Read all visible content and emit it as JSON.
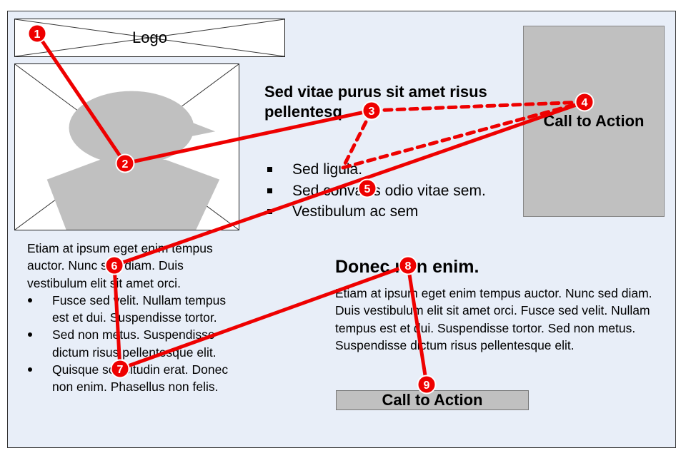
{
  "logo": {
    "label": "Logo"
  },
  "hero": {
    "heading": "Sed vitae purus sit amet risus pellentesq",
    "bullets": [
      "Sed ligula.",
      "Sed convallis odio vitae sem.",
      "Vestibulum ac sem"
    ]
  },
  "side_cta": {
    "label": "Call to Action"
  },
  "left_column": {
    "intro": "Etiam at ipsum eget enim tempus auctor. Nunc sed diam. Duis vestibulum elit sit amet orci.",
    "bullets": [
      "Fusce sed velit. Nullam tempus est et dui. Suspendisse tortor.",
      "Sed non metus. Suspendisse dictum risus pellentesque elit.",
      "Quisque sollicitudin erat. Donec non enim. Phasellus non felis."
    ]
  },
  "section": {
    "heading": "Donec non enim.",
    "body": "Etiam at ipsum eget enim tempus auctor. Nunc sed diam. Duis vestibulum elit sit amet orci. Fusce sed velit. Nullam tempus est et dui. Suspendisse tortor. Sed non metus. Suspendisse dictum risus pellentesque elit.",
    "cta_label": "Call to Action"
  },
  "gaze_path": {
    "color": "#ee0000",
    "fixations": [
      "1",
      "2",
      "3",
      "4",
      "5",
      "6",
      "7",
      "8",
      "9"
    ]
  }
}
